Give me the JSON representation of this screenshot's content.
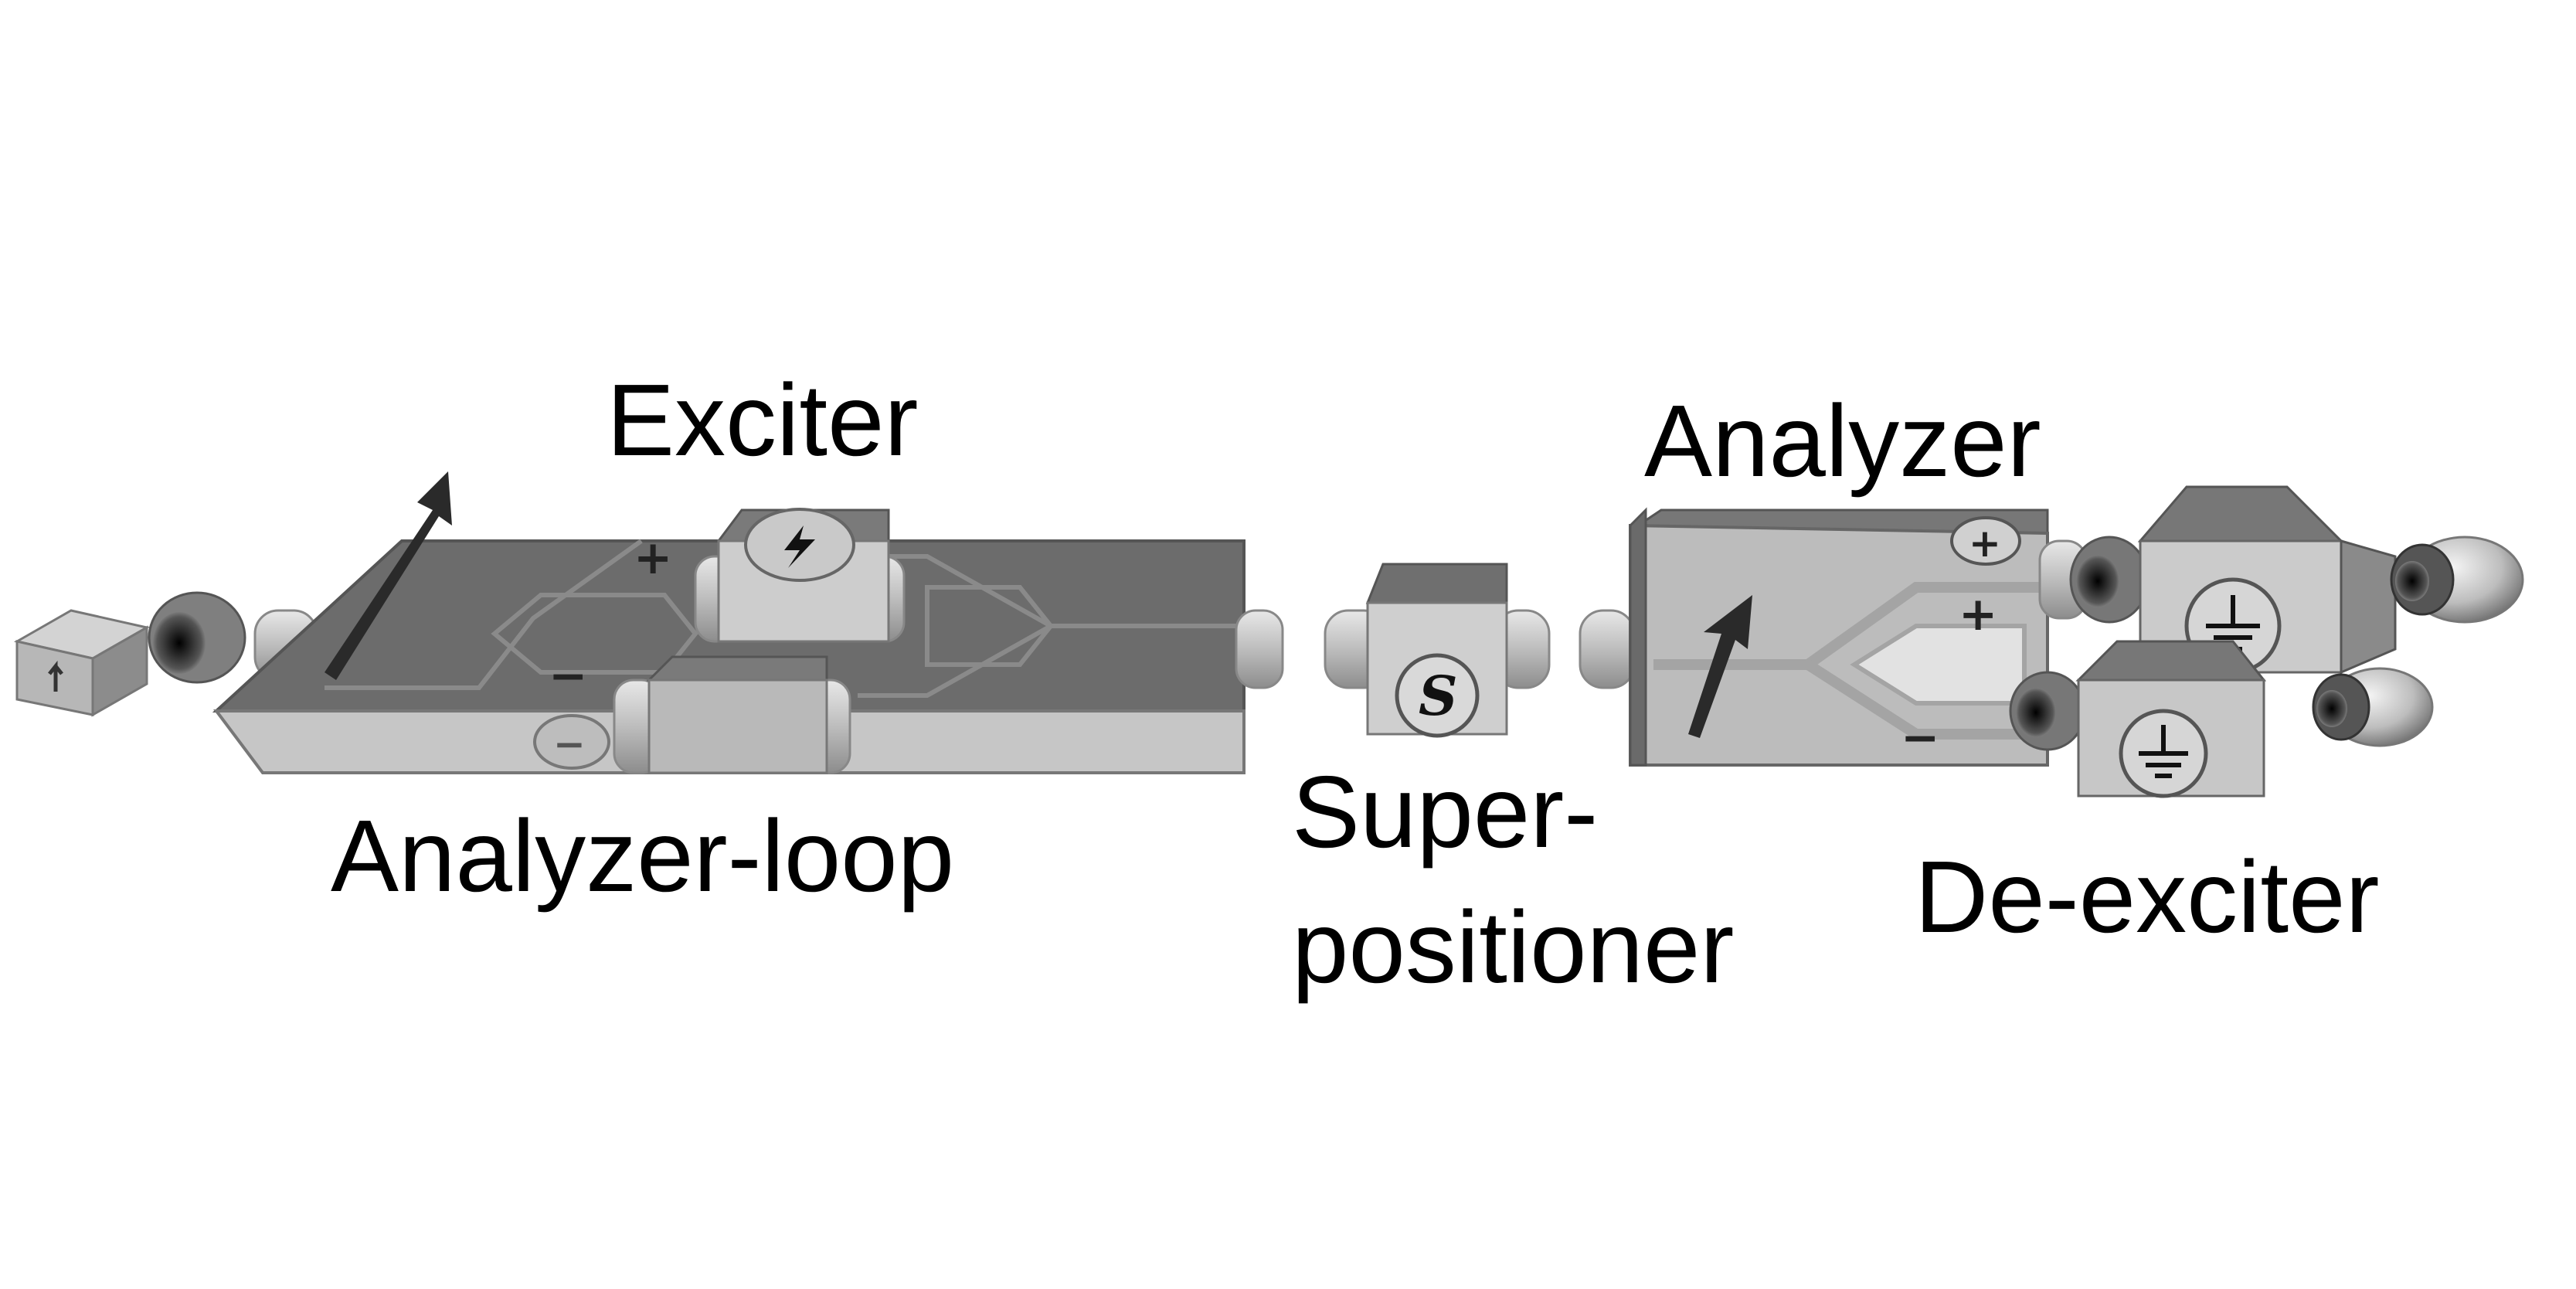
{
  "labels": {
    "exciter": "Exciter",
    "analyzer_loop": "Analyzer-loop",
    "superpositioner_line1": "Super-",
    "superpositioner_line2": "positioner",
    "analyzer": "Analyzer",
    "de_exciter": "De-exciter"
  },
  "symbols": {
    "superpositioner": "S",
    "plus": "+",
    "minus": "−"
  },
  "colors": {
    "dark_face": "#6b6b6b",
    "mid_face": "#8a8a8a",
    "light_face": "#c2c2c2",
    "connector": "#d4d4d4",
    "outline": "#5a5a5a",
    "arrow": "#2a2a2a"
  }
}
